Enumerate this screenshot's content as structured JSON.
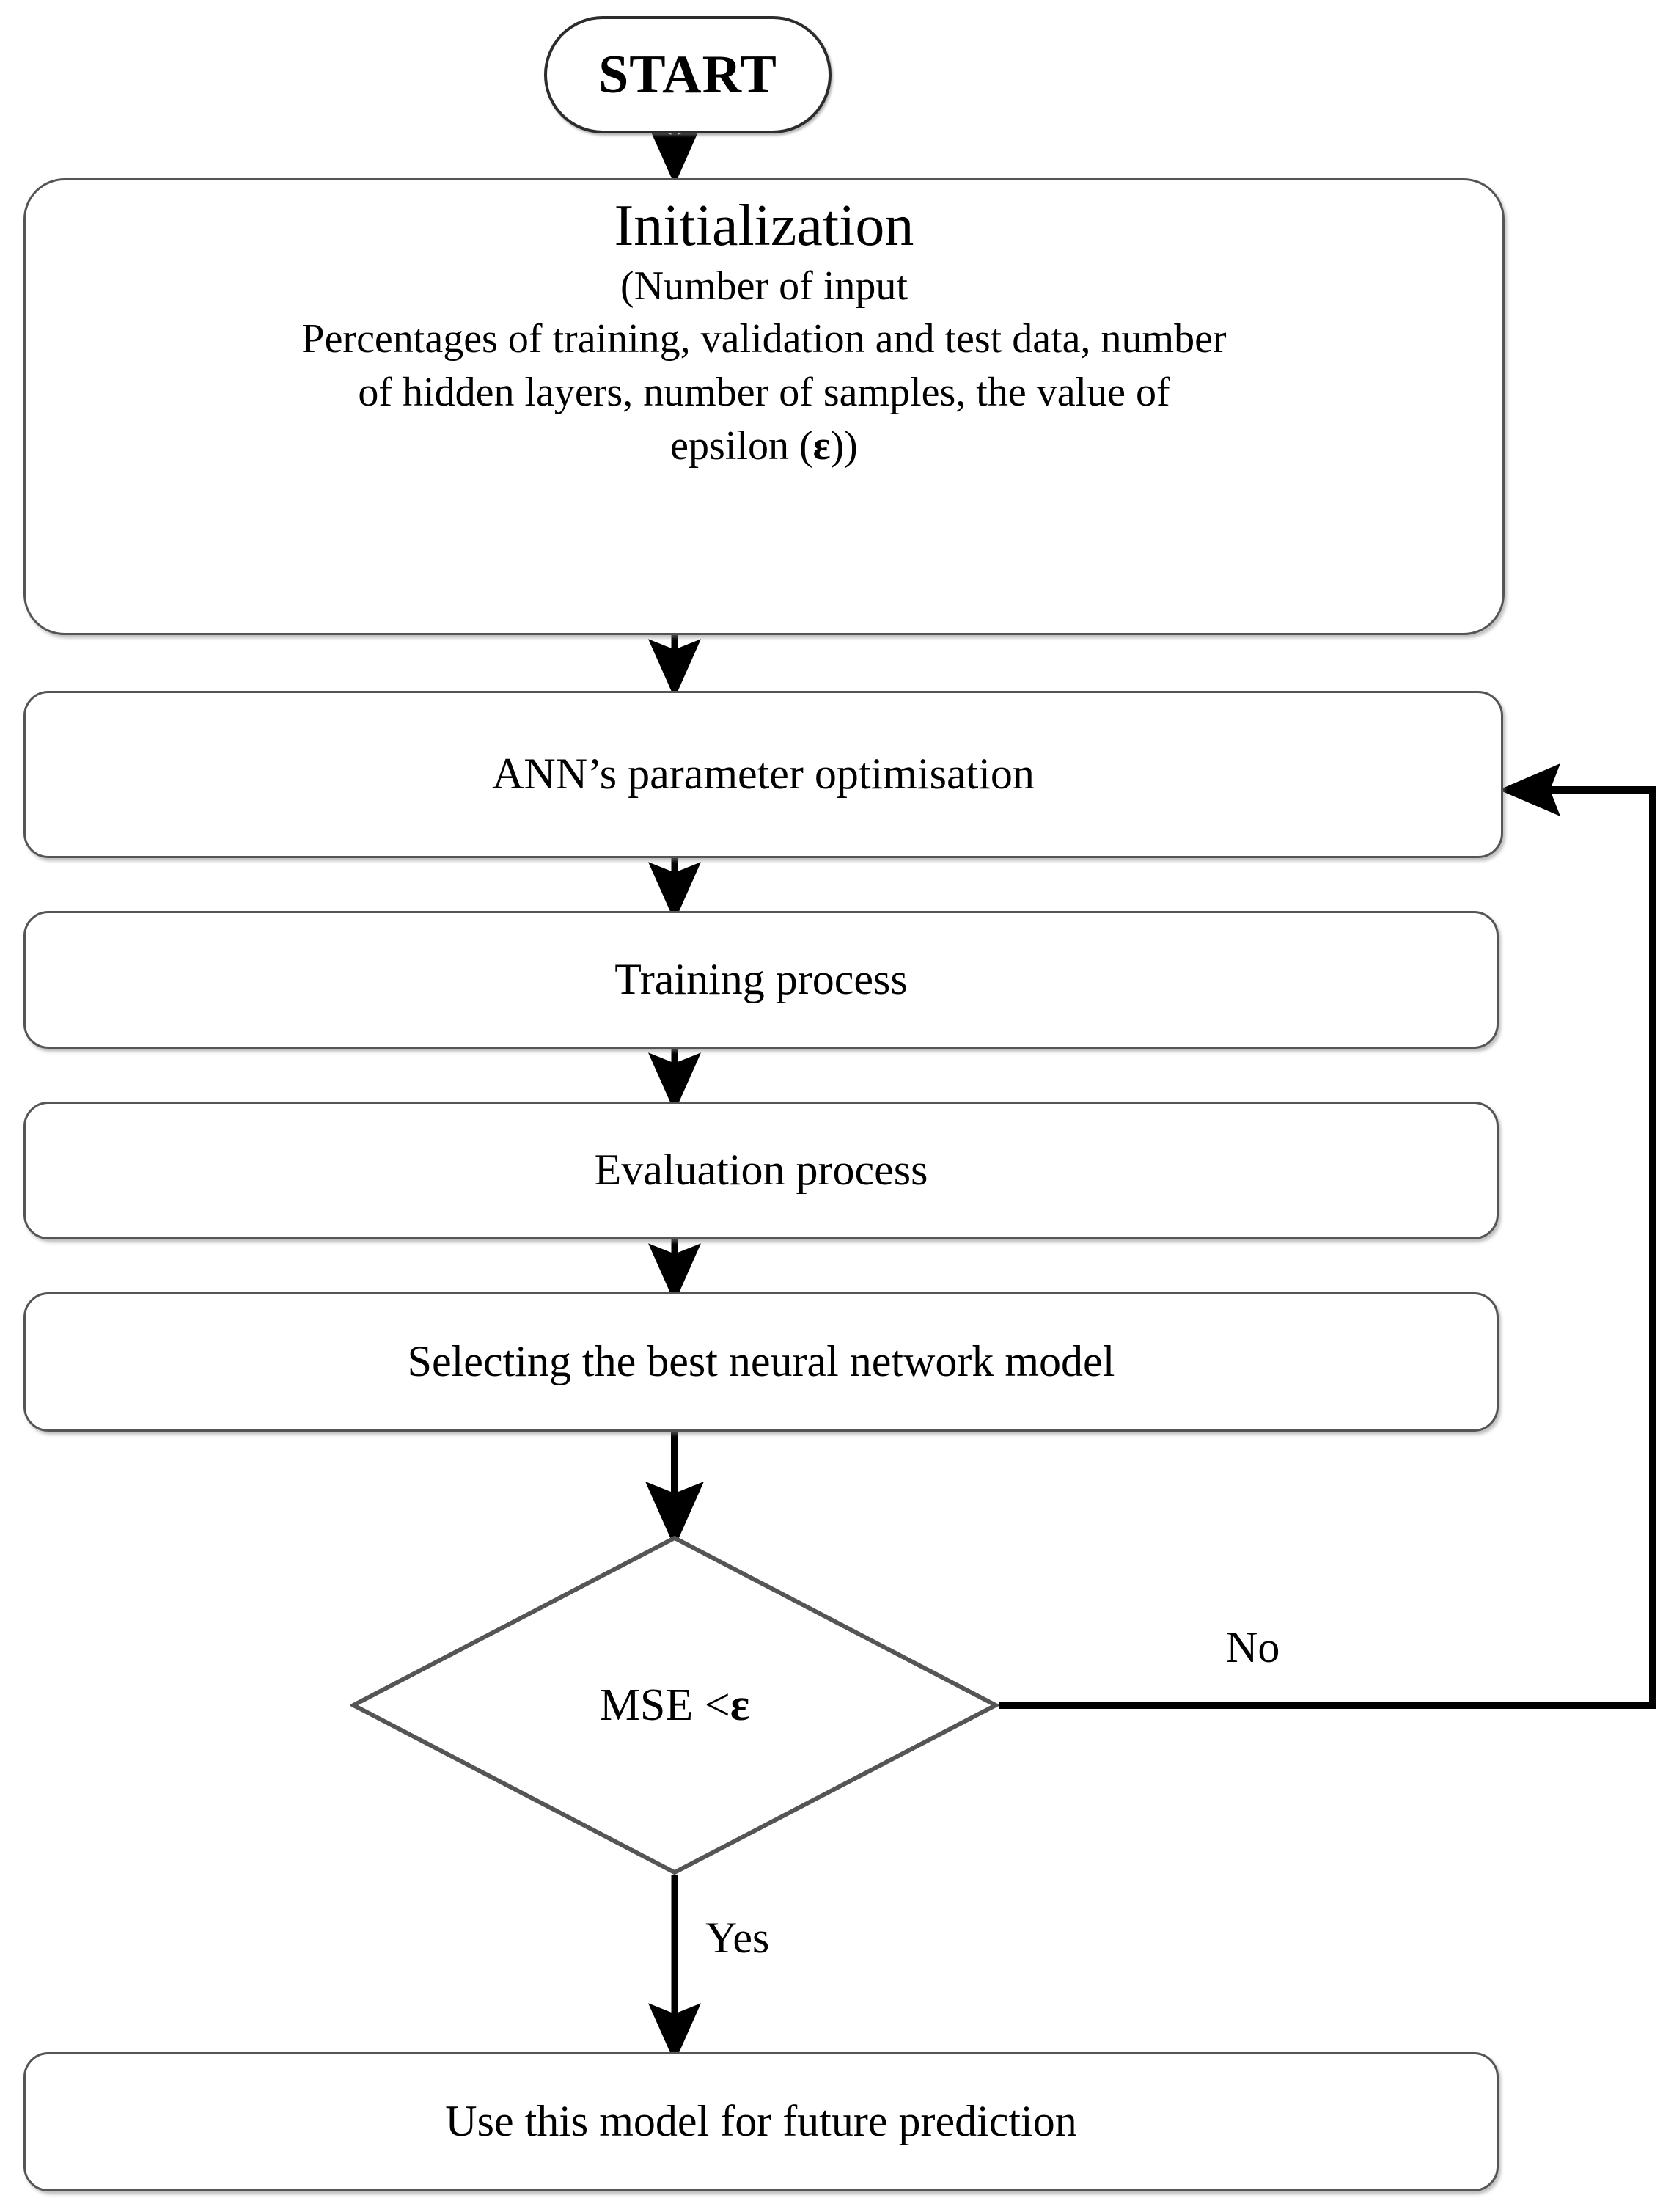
{
  "diagram": {
    "title": "ANN training flowchart",
    "stroke_color": "#555555",
    "arrow_color": "#000000",
    "background": "#ffffff"
  },
  "nodes": {
    "start": {
      "type": "terminator",
      "label": "START"
    },
    "initialization": {
      "type": "process",
      "heading": "Initialization",
      "lines": [
        "(Number of input",
        "Percentages of training, validation and test data, number",
        "of hidden layers, number of samples, the  value of",
        "epsilon ("
      ],
      "epsilon_symbol": "ε",
      "closing": "))"
    },
    "ann_optimisation": {
      "type": "process",
      "label": "ANN’s parameter optimisation"
    },
    "training": {
      "type": "process",
      "label": "Training process"
    },
    "evaluation": {
      "type": "process",
      "label": "Evaluation process"
    },
    "selecting": {
      "type": "process",
      "label": "Selecting the best neural network model"
    },
    "decision": {
      "type": "decision",
      "label_prefix": "MSE < ",
      "label_symbol": "ε"
    },
    "final": {
      "type": "process",
      "label": "Use this model for future prediction"
    }
  },
  "edges": {
    "no_label": "No",
    "yes_label": "Yes"
  }
}
